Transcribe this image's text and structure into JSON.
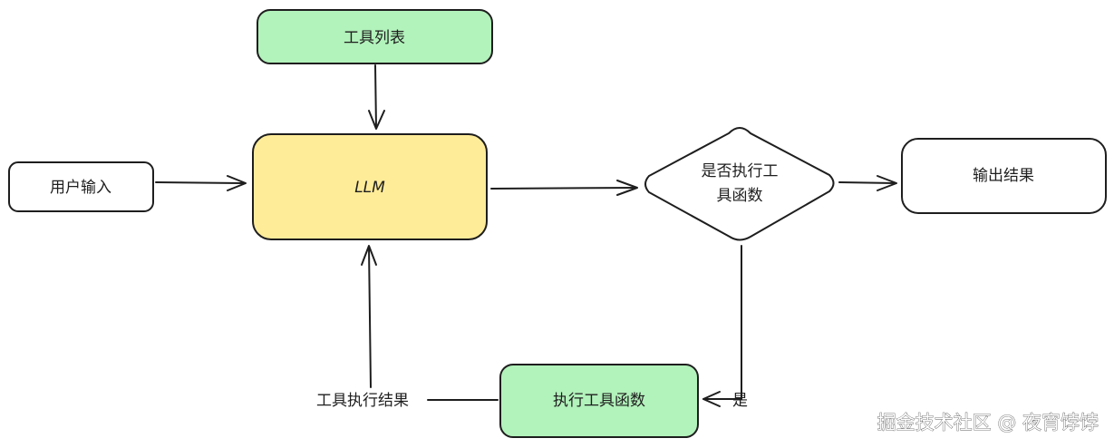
{
  "nodes": {
    "tool_list": {
      "label": "工具列表",
      "fill": "#b2f2bb"
    },
    "user_input": {
      "label": "用户输入",
      "fill": "#ffffff"
    },
    "llm": {
      "label": "LLM",
      "fill": "#ffec99"
    },
    "decision": {
      "line1": "是否执行工",
      "line2": "具函数",
      "fill": "#ffffff"
    },
    "output": {
      "label": "输出结果",
      "fill": "#ffffff"
    },
    "execute": {
      "label": "执行工具函数",
      "fill": "#b2f2bb"
    }
  },
  "edges": {
    "yes_label": "是",
    "result_label": "工具执行结果"
  },
  "watermark": "掘金技术社区 @ 夜宵饽饽",
  "colors": {
    "stroke": "#1e1e1e",
    "green": "#b2f2bb",
    "yellow": "#ffec99"
  }
}
